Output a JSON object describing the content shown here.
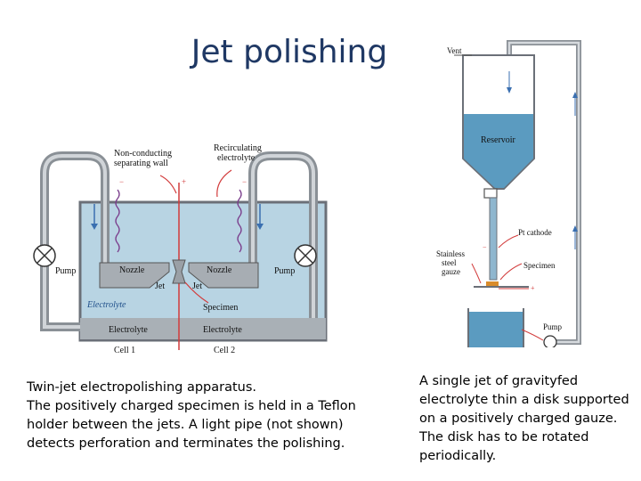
{
  "title": "Jet polishing",
  "left_figure": {
    "labels": {
      "wall": [
        "Non-conducting",
        "separating wall"
      ],
      "recirc": [
        "Recirculating",
        "electrolyte"
      ],
      "minus": "−",
      "plus": "+",
      "pump_left": "Pump",
      "pump_right": "Pump",
      "nozzle_left": "Nozzle",
      "nozzle_right": "Nozzle",
      "jet_left": "Jet",
      "jet_right": "Jet",
      "electrolyte_italic": "Electrolyte",
      "specimen": "Specimen",
      "electrolyte_left": "Electrolyte",
      "electrolyte_right": "Electrolyte",
      "cell1": "Cell 1",
      "cell2": "Cell 2"
    },
    "caption": [
      "Twin-jet electropolishing apparatus.",
      "The positively charged specimen is held in a Teflon",
      "holder between the jets. A light pipe (not shown)",
      "detects perforation and terminates the polishing."
    ]
  },
  "right_figure": {
    "labels": {
      "vent": "Vent",
      "reservoir": "Reservoir",
      "pt_cathode": "Pt cathode",
      "gauze": [
        "Stainless",
        "steel",
        "gauze"
      ],
      "specimen": "Specimen",
      "pump": "Pump",
      "minus": "−",
      "plus": "+"
    },
    "caption": [
      "A single jet of gravityfed",
      "electrolyte thin a disk supported",
      "on a positively charged gauze.",
      "The disk has to be rotated",
      "periodically."
    ]
  },
  "colors": {
    "title": "#1f3864",
    "electrolyte": "#b8d4e3",
    "reservoir_fluid": "#5b9bc0",
    "pipe": "#9aa0a6",
    "nozzle": "#a7adb3",
    "arrow_blue": "#3a6fb0",
    "arrow_red": "#d23b3b",
    "specimen": "#d98c2b"
  }
}
